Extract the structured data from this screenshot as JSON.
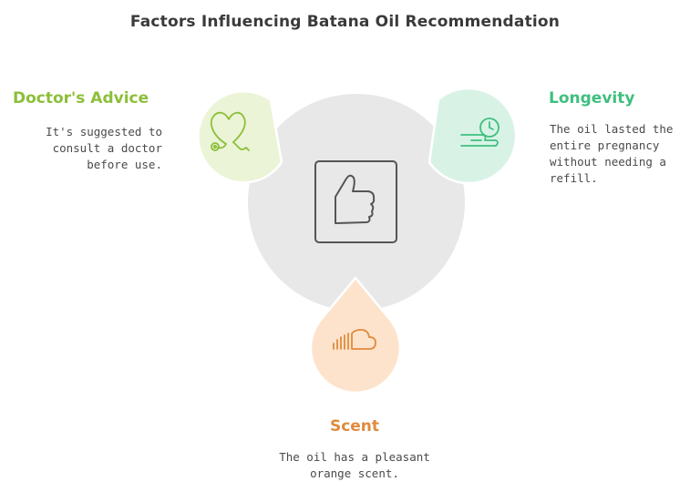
{
  "title": "Factors Influencing Batana Oil Recommendation",
  "center": {
    "icon": "thumbs-up-icon",
    "color": "#e8e8e8"
  },
  "factors": [
    {
      "id": "doctor",
      "heading": "Doctor's Advice",
      "description": "It's suggested to consult a doctor before use.",
      "icon": "stethoscope-heart-icon",
      "color": "#8cbf3a",
      "fill": "#ebf4d6"
    },
    {
      "id": "longevity",
      "heading": "Longevity",
      "description": "The oil lasted the entire pregnancy without needing a refill.",
      "icon": "hand-clock-icon",
      "color": "#3fbf7f",
      "fill": "#d8f3e6"
    },
    {
      "id": "scent",
      "heading": "Scent",
      "description": "The oil has a pleasant orange scent.",
      "icon": "soundcloud-icon",
      "color": "#e08a3c",
      "fill": "#fde3cc"
    }
  ]
}
